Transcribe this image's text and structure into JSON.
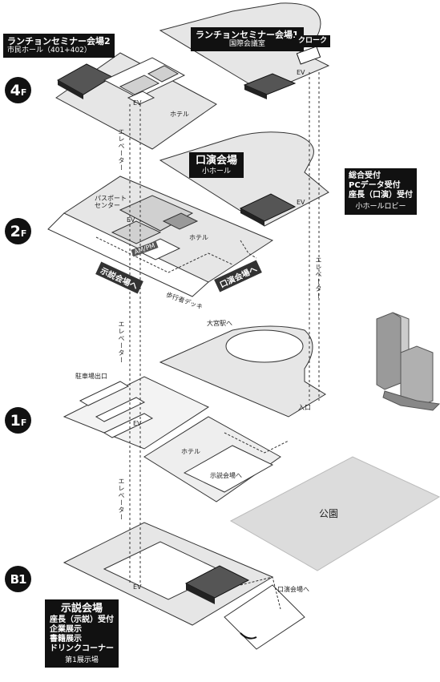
{
  "floors": {
    "f4": {
      "num": "4",
      "suffix": "F"
    },
    "f2": {
      "num": "2",
      "suffix": "F"
    },
    "f1": {
      "num": "1",
      "suffix": "F"
    },
    "b1": {
      "num": "B1",
      "suffix": ""
    }
  },
  "callouts": {
    "luncheon2": {
      "title": "ランチョンセミナー会場2",
      "sub": "市民ホール（401+402）"
    },
    "luncheon1": {
      "title": "ランチョンセミナー会場1",
      "sub": "国際会議室"
    },
    "cloak": "クローク",
    "oral_venue": {
      "title": "口演会場",
      "sub": "小ホール"
    },
    "reception": {
      "lines": [
        "総合受付",
        "PCデータ受付",
        "座長（口演）受付"
      ],
      "sub": "小ホールロビー"
    },
    "poster_venue": {
      "title": "示説会場",
      "lines": [
        "座長（示説）受付",
        "企業展示",
        "書籍展示",
        "ドリンクコーナー"
      ],
      "sub": "第1展示場"
    }
  },
  "labels": {
    "hotel_4f": "ホテル",
    "hotel_2f": "ホテル",
    "hotel_1f": "ホテル",
    "ev_4f_left": "EV",
    "ev_4f_right": "EV",
    "ev_2f_left": "EV",
    "ev_2f_right": "EV",
    "ev_1f": "EV",
    "ev_b1": "EV",
    "elevator_1": "エレベーター",
    "elevator_2": "エレベーター",
    "elevator_3": "エレベーター",
    "elevator_right": "エレベーター",
    "passport": "パスポート\nセンター",
    "ampm": "AM/PM",
    "to_poster": "示説会場へ",
    "to_oral": "口演会場へ",
    "pedestrian_deck": "歩行者デッキ",
    "to_omiya": "大宮駅へ",
    "parking_exit": "駐車場出口",
    "entrance": "入口",
    "to_poster_1f": "示説会場へ",
    "park": "公園",
    "to_oral_b1": "口演会場へ"
  }
}
